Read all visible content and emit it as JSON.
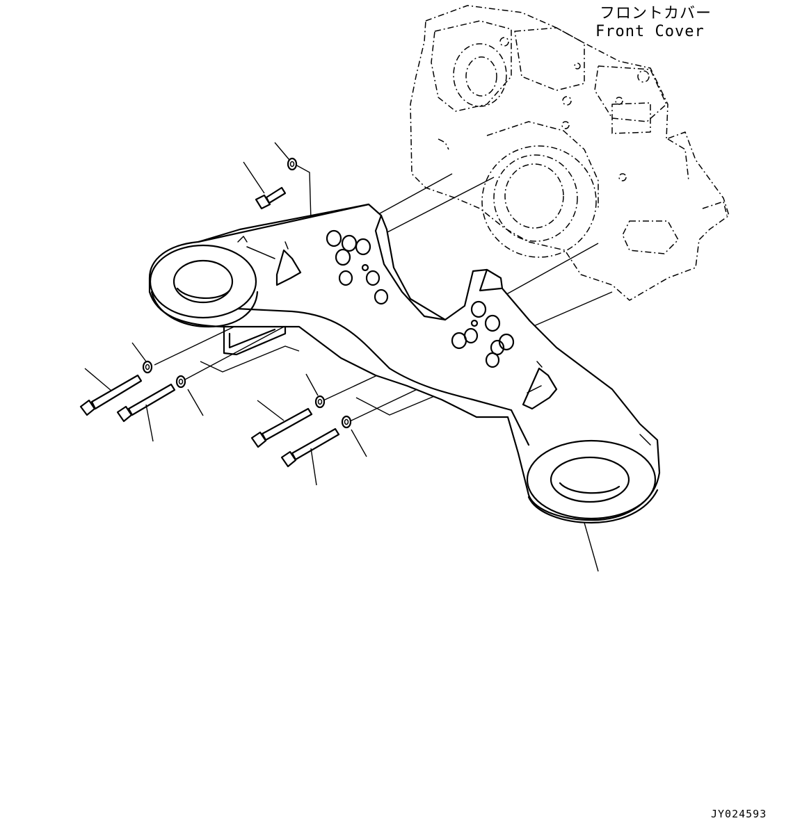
{
  "labels": {
    "front_cover_jp": "フロントカバー",
    "front_cover_en": "Front Cover",
    "drawing_code": "JY024593"
  },
  "icons": {
    "bracket": "engine-mount-bracket",
    "bolt": "hex-bolt",
    "washer": "washer",
    "cover": "front-cover-housing"
  }
}
